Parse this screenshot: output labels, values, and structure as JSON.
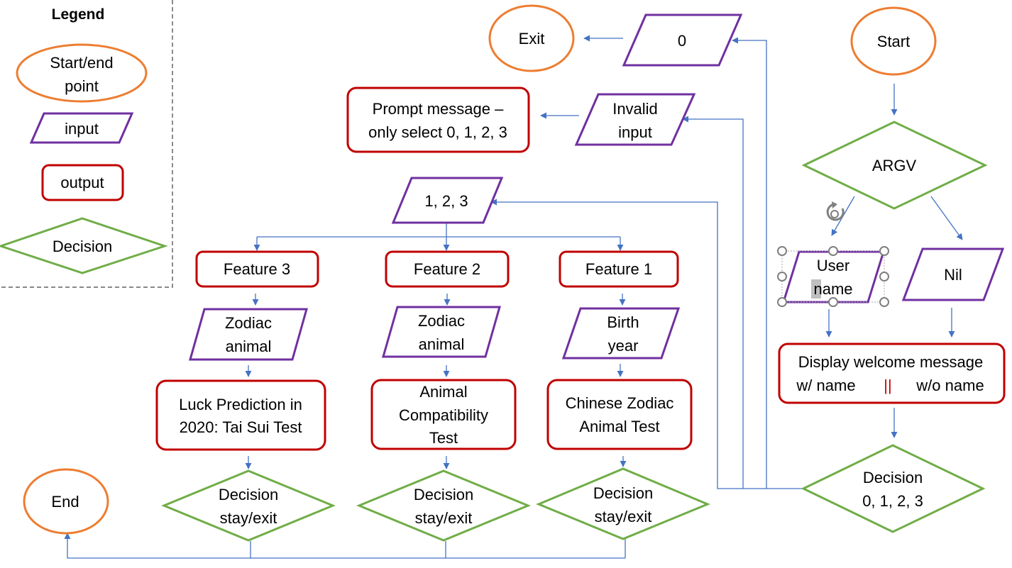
{
  "legend": {
    "title": "Legend",
    "terminal": [
      "Start/end",
      "point"
    ],
    "input": "input",
    "output": "output",
    "decision": "Decision"
  },
  "nodes": {
    "start": "Start",
    "argv": "ARGV",
    "user_name": [
      "User",
      "name"
    ],
    "nil": "Nil",
    "welcome": [
      "Display welcome message",
      "w/ name",
      "||",
      "w/o name"
    ],
    "main_decision": [
      "Decision",
      "0, 1, 2, 3"
    ],
    "zero": "0",
    "exit": "Exit",
    "invalid": [
      "Invalid",
      "input"
    ],
    "prompt": [
      "Prompt message –",
      "only select 0, 1, 2, 3"
    ],
    "choice": "1, 2, 3",
    "feature3": "Feature 3",
    "feature2": "Feature 2",
    "feature1": "Feature 1",
    "zodiac_animal_3": [
      "Zodiac",
      "animal"
    ],
    "zodiac_animal_2": [
      "Zodiac",
      "animal"
    ],
    "birth_year": [
      "Birth",
      "year"
    ],
    "luck_test": [
      "Luck Prediction in",
      "2020: Tai Sui Test"
    ],
    "compat_test": [
      "Animal",
      "Compatibility",
      "Test"
    ],
    "zodiac_test": [
      "Chinese Zodiac",
      "Animal Test"
    ],
    "stay_exit_3": [
      "Decision",
      "stay/exit"
    ],
    "stay_exit_2": [
      "Decision",
      "stay/exit"
    ],
    "stay_exit_1": [
      "Decision",
      "stay/exit"
    ],
    "end": "End"
  },
  "colors": {
    "terminal": "#ed7d31",
    "input": "#7030a0",
    "output": "#c00000",
    "decision": "#70ad47",
    "connector": "#4472c4",
    "separator": "#c00000"
  }
}
